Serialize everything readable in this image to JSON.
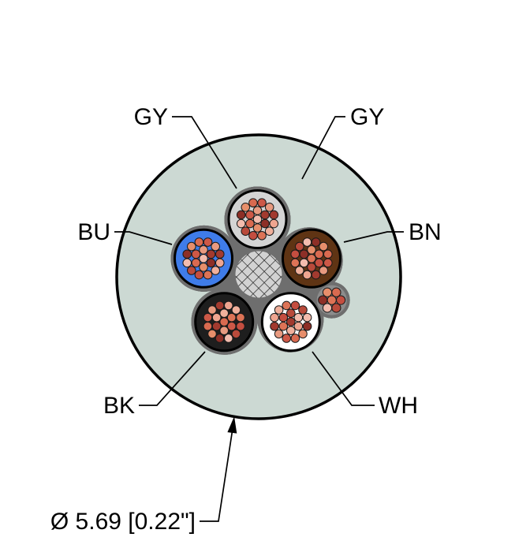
{
  "cable": {
    "description": "5-conductor shielded cable cross section",
    "jacket": {
      "label": "GY",
      "color": "#ccd9d3"
    },
    "dimension_label": "Ø 5.69 [0.22\"]",
    "conductors": [
      {
        "position": "top",
        "label": "GY",
        "color": "#d4d4d4"
      },
      {
        "position": "right",
        "label": "BN",
        "color": "#5f3414"
      },
      {
        "position": "bottom-right",
        "label": "WH",
        "color": "#ffffff"
      },
      {
        "position": "bottom-left",
        "label": "BK",
        "color": "#1e1e1e"
      },
      {
        "position": "left",
        "label": "BU",
        "color": "#3f7ce9"
      }
    ],
    "strands_per_conductor": 19,
    "drain_wire_strands": 7,
    "colors": {
      "outline": "#000000",
      "filler": "#6e6e6e",
      "drain_patch": "#8c8c8c",
      "wrap_white": "#ffffff",
      "hatch_bg": "#d2d2d2",
      "hatch_line": "#222222",
      "strand_outline": "#1a1a1a",
      "strand_palette": [
        "#f3bcae",
        "#efa590",
        "#e78e6b",
        "#dd7356",
        "#cd5847",
        "#b94a3b",
        "#a23a2f",
        "#8d2f27",
        "#f0b09c",
        "#d96a50",
        "#c44e40",
        "#e89a80"
      ]
    }
  }
}
